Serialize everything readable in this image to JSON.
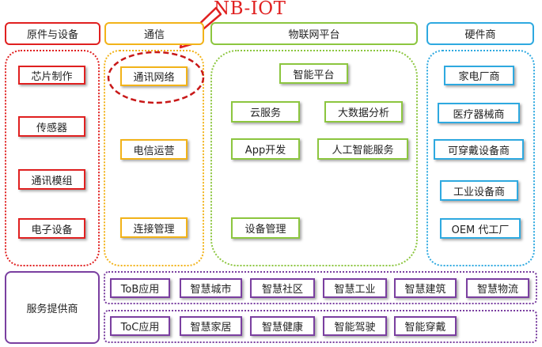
{
  "callout": {
    "label": "NB-IOT",
    "color": "#e02020"
  },
  "headers": {
    "raw": "原件与设备",
    "comm": "通信",
    "iot": "物联网平台",
    "hw": "硬件商"
  },
  "raw_items": [
    "芯片制作",
    "传感器",
    "通讯模组",
    "电子设备"
  ],
  "comm_items": [
    "通讯网络",
    "电信运营",
    "连接管理"
  ],
  "iot_items": {
    "smart_platform": "智能平台",
    "cloud": "云服务",
    "bigdata": "大数据分析",
    "app": "App开发",
    "ai": "人工智能服务",
    "device_mgmt": "设备管理"
  },
  "hw_items": [
    "家电厂商",
    "医疗器械商",
    "可穿戴设备商",
    "工业设备商",
    "OEM 代工厂"
  ],
  "service": {
    "label": "服务提供商",
    "tob": [
      "ToB应用",
      "智慧城市",
      "智慧社区",
      "智慧工业",
      "智慧建筑",
      "智慧物流"
    ],
    "toc": [
      "ToC应用",
      "智慧家居",
      "智慧健康",
      "智能驾驶",
      "智能穿戴"
    ]
  },
  "colors": {
    "red": "#e02020",
    "yellow": "#f2b319",
    "green": "#8cc63f",
    "blue": "#2ea9e0",
    "purple": "#7a3fa0"
  }
}
